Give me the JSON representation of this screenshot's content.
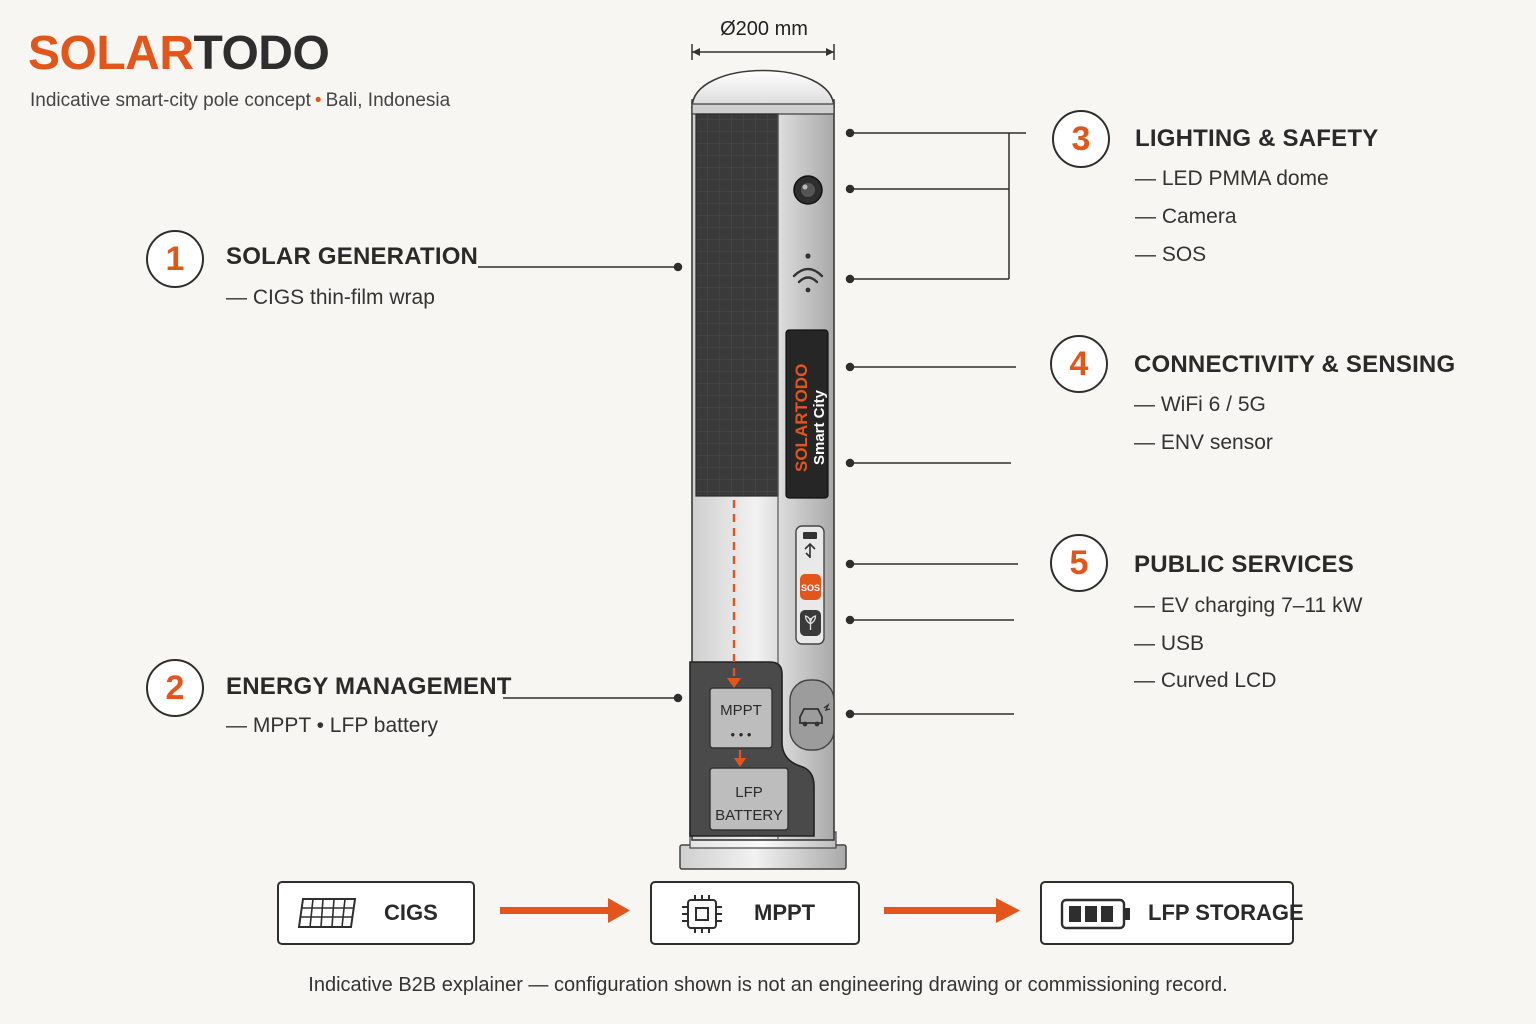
{
  "brand": {
    "part1": "SOLAR",
    "part2": "TODO"
  },
  "subtitle": {
    "text": "Indicative smart-city pole concept",
    "location": "Bali, Indonesia"
  },
  "dimension": "Ø200 mm",
  "pole": {
    "display_brand": "SOLARTODO",
    "display_sub": "Smart City",
    "mppt_label": "MPPT",
    "mppt_dots": "• • •",
    "battery_line1": "LFP",
    "battery_line2": "BATTERY",
    "sos_label": "SOS"
  },
  "sections": [
    {
      "number": "1",
      "title": "SOLAR GENERATION",
      "items": [
        "— CIGS thin-film wrap"
      ]
    },
    {
      "number": "2",
      "title": "ENERGY MANAGEMENT",
      "items": [
        "— MPPT • LFP battery"
      ]
    },
    {
      "number": "3",
      "title": "LIGHTING & SAFETY",
      "items": [
        "— LED PMMA dome",
        "— Camera",
        "— SOS"
      ]
    },
    {
      "number": "4",
      "title": "CONNECTIVITY & SENSING",
      "items": [
        "— WiFi 6 / 5G",
        "— ENV sensor"
      ]
    },
    {
      "number": "5",
      "title": "PUBLIC SERVICES",
      "items": [
        "— EV charging 7–11 kW",
        "— USB",
        "— Curved LCD"
      ]
    }
  ],
  "flow": [
    {
      "label": "CIGS",
      "icon": "solar-panel-icon"
    },
    {
      "label": "MPPT",
      "icon": "chip-icon"
    },
    {
      "label": "LFP STORAGE",
      "icon": "battery-icon"
    }
  ],
  "footer": "Indicative B2B explainer — configuration shown is not an engineering drawing or commissioning record.",
  "colors": {
    "accent": "#e2561b",
    "ink": "#2e2e2e",
    "background": "#f7f6f3"
  }
}
